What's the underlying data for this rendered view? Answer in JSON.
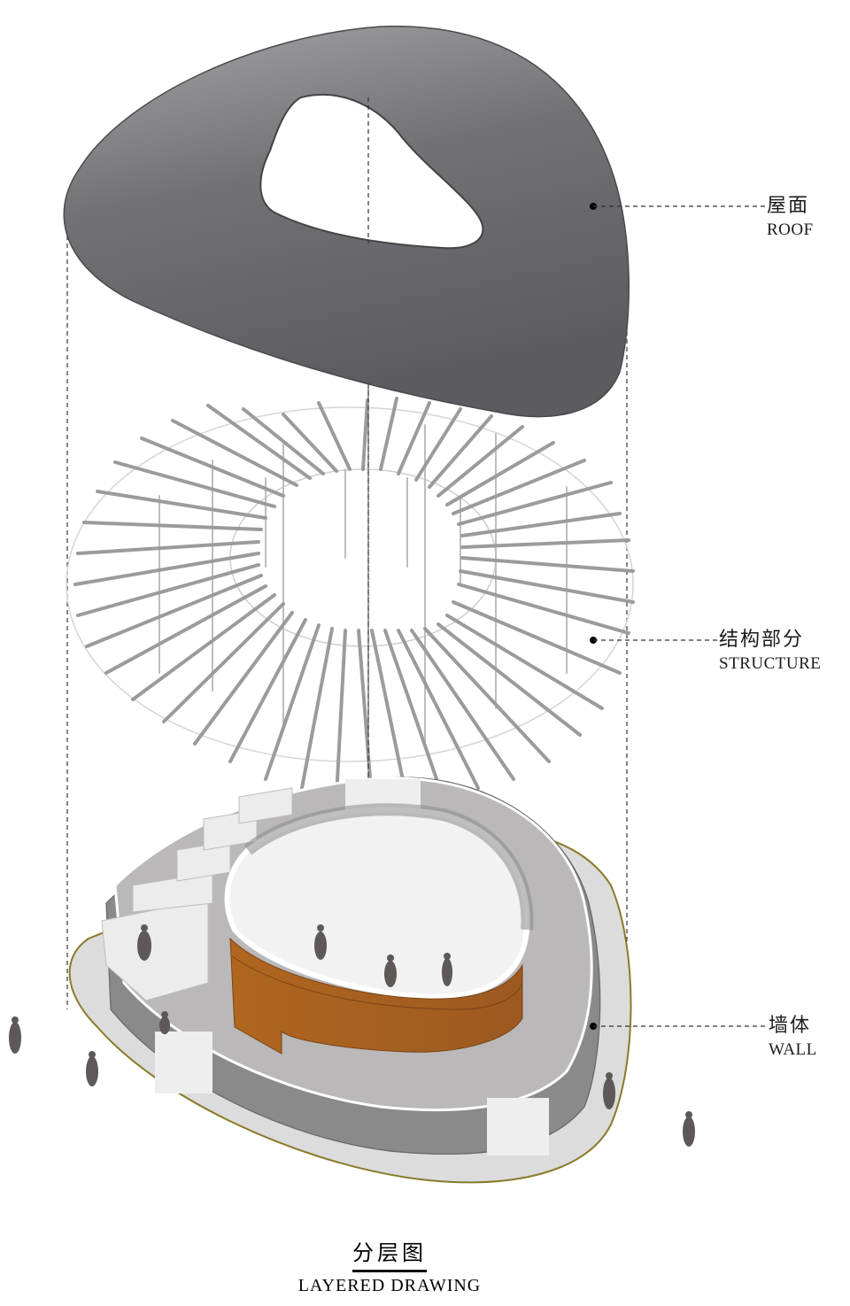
{
  "diagram": {
    "type": "exploded-axonometric",
    "title_zh": "分层图",
    "title_en": "LAYERED DRAWING",
    "layers": [
      {
        "id": "roof",
        "label_zh": "屋面",
        "label_en": "ROOF",
        "color": "#5f5f63"
      },
      {
        "id": "structure",
        "label_zh": "结构部分",
        "label_en": "STRUCTURE",
        "color": "#9a9a9a"
      },
      {
        "id": "wall",
        "label_zh": "墙体",
        "label_en": "WALL",
        "color": "#a55f22"
      }
    ],
    "colors": {
      "roof_light": "#a3a3a5",
      "roof_dark": "#5c5c60",
      "beam": "#9b9b9b",
      "floor": "#b9b7b8",
      "ground": "#d9d9d9",
      "ground_edge": "#8a7a2a",
      "core_wood": "#a55f22",
      "glass": "#7d7d7d",
      "figure": "#5e5856",
      "leader": "#333333"
    }
  }
}
